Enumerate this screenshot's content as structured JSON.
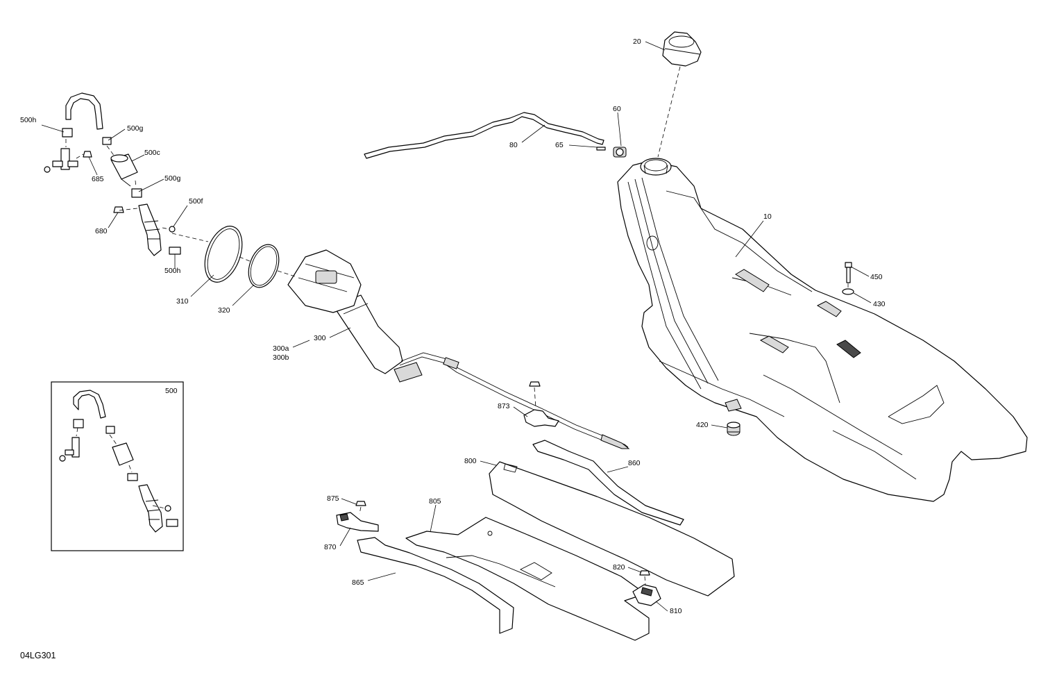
{
  "figure_code": "04LG301",
  "inset": {
    "label": "500"
  },
  "callouts": [
    {
      "id": "20",
      "text": "20"
    },
    {
      "id": "60",
      "text": "60"
    },
    {
      "id": "65",
      "text": "65"
    },
    {
      "id": "80",
      "text": "80"
    },
    {
      "id": "10",
      "text": "10"
    },
    {
      "id": "450",
      "text": "450"
    },
    {
      "id": "430",
      "text": "430"
    },
    {
      "id": "420",
      "text": "420"
    },
    {
      "id": "500h_top",
      "text": "500h"
    },
    {
      "id": "500g_top",
      "text": "500g"
    },
    {
      "id": "500c",
      "text": "500c"
    },
    {
      "id": "685",
      "text": "685"
    },
    {
      "id": "500g_mid",
      "text": "500g"
    },
    {
      "id": "500f",
      "text": "500f"
    },
    {
      "id": "680",
      "text": "680"
    },
    {
      "id": "500h_bot",
      "text": "500h"
    },
    {
      "id": "310",
      "text": "310"
    },
    {
      "id": "320",
      "text": "320"
    },
    {
      "id": "300",
      "text": "300"
    },
    {
      "id": "300a",
      "text": "300a"
    },
    {
      "id": "300b",
      "text": "300b"
    },
    {
      "id": "873",
      "text": "873"
    },
    {
      "id": "800",
      "text": "800"
    },
    {
      "id": "860",
      "text": "860"
    },
    {
      "id": "875",
      "text": "875"
    },
    {
      "id": "805",
      "text": "805"
    },
    {
      "id": "870",
      "text": "870"
    },
    {
      "id": "865",
      "text": "865"
    },
    {
      "id": "820",
      "text": "820"
    },
    {
      "id": "810",
      "text": "810"
    }
  ]
}
